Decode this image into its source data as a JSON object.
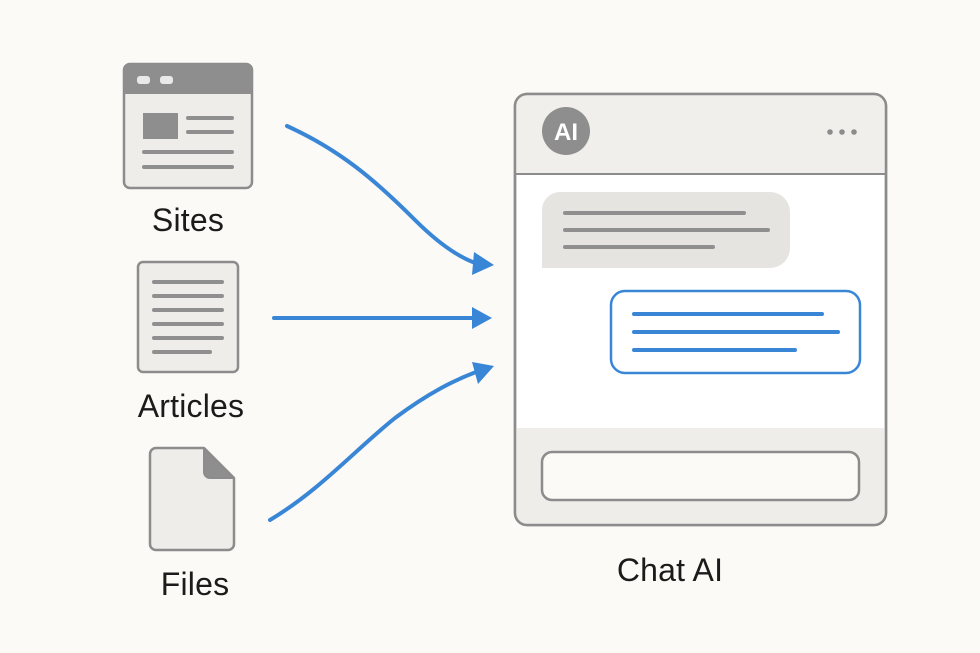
{
  "sources": {
    "sites_label": "Sites",
    "articles_label": "Articles",
    "files_label": "Files"
  },
  "chat": {
    "caption": "Chat AI",
    "avatar_text": "AI"
  },
  "colors": {
    "background": "#fbfaf6",
    "icon_fill": "#efedea",
    "icon_stroke": "#8c8c8c",
    "icon_lines": "#8f8f8f",
    "accent_blue": "#3a86d6",
    "bubble_gray": "#e6e4e1",
    "panel_bg": "#f1efec"
  },
  "icons": {
    "sites": "browser-window-icon",
    "articles": "document-icon",
    "files": "file-icon",
    "avatar": "ai-avatar-icon",
    "menu": "more-dots-icon"
  }
}
